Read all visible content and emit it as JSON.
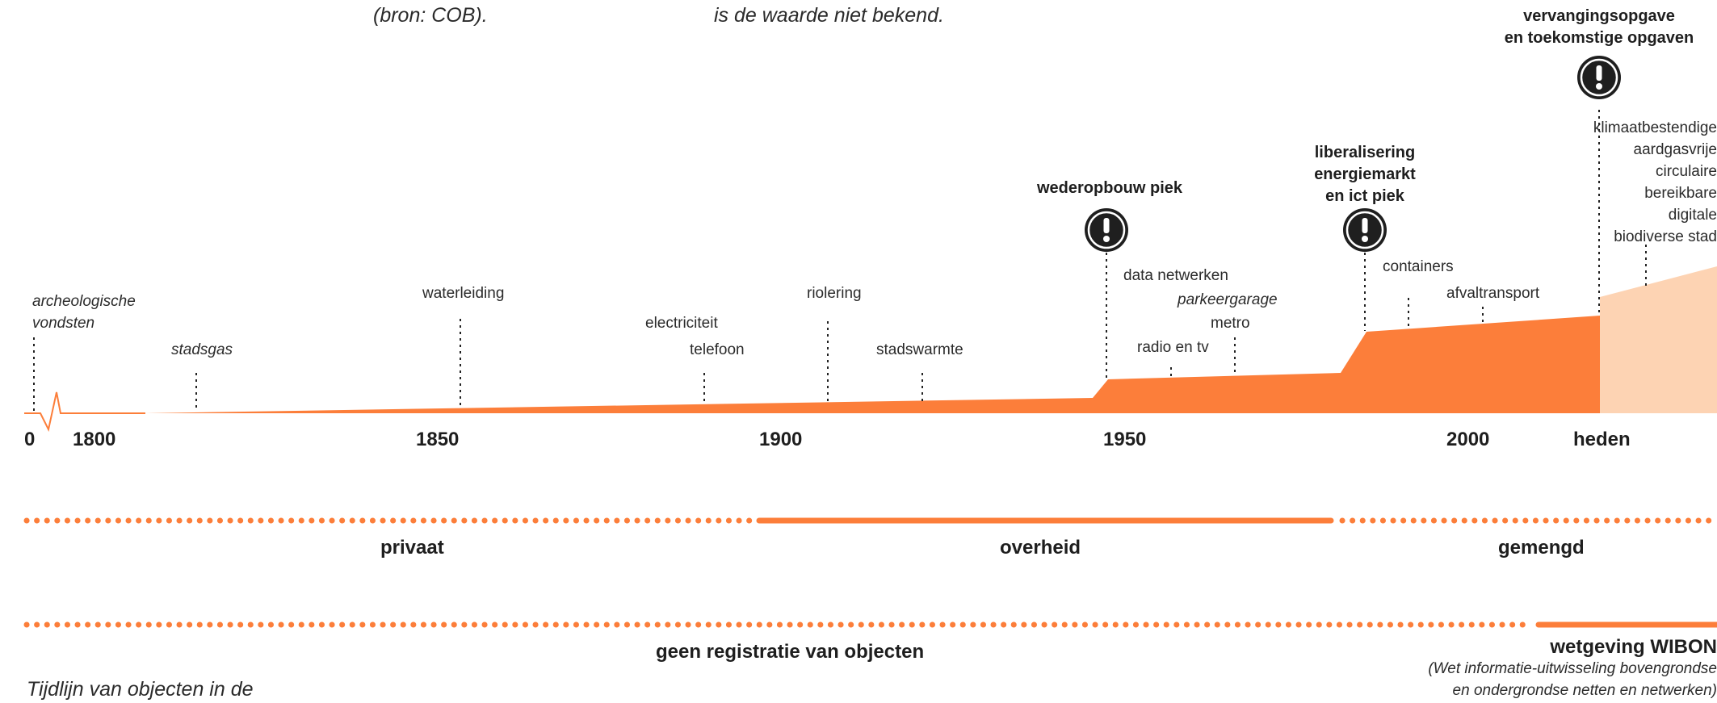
{
  "top_notes": {
    "left": "(bron: COB).",
    "middle": "is de waarde niet bekend."
  },
  "title_fragment": "Tijdlijn van objecten in de",
  "peaks": {
    "wederopbouw": "wederopbouw piek",
    "liberalisering": [
      "liberalisering",
      "energiemarkt",
      "en ict piek"
    ],
    "vervanging": [
      "vervangingsopgave",
      "en toekomstige opgaven"
    ]
  },
  "future_tasks": [
    "klimaatbestendige",
    "aardgasvrije",
    "circulaire",
    "bereikbare",
    "digitale",
    "biodiverse stad"
  ],
  "objects": {
    "archeologische": [
      "archeologische",
      "vondsten"
    ],
    "stadsgas": "stadsgas",
    "waterleiding": "waterleiding",
    "electriciteit": "electriciteit",
    "telefoon": "telefoon",
    "riolering": "riolering",
    "stadswarmte": "stadswarmte",
    "data_netwerken": "data netwerken",
    "parkeergarage": "parkeergarage",
    "radio_tv": "radio en tv",
    "metro": "metro",
    "containers": "containers",
    "afvaltransport": "afvaltransport"
  },
  "axis": {
    "ticks": [
      "0",
      "1800",
      "1850",
      "1900",
      "1950",
      "2000",
      "heden"
    ]
  },
  "bands": {
    "ownership": [
      "privaat",
      "overheid",
      "gemengd"
    ],
    "registration": "geen registratie van objecten",
    "law": "wetgeving WIBON",
    "law_note": [
      "(Wet informatie-uitwisseling bovengrondse",
      "en ondergrondse netten en netwerken)"
    ]
  },
  "colors": {
    "accent": "#fc7e3a",
    "future": "#fdd3b3",
    "icon": "#1f1f1f",
    "text": "#222222"
  },
  "icons": {
    "peak_marker": "exclamation-circle-icon"
  }
}
